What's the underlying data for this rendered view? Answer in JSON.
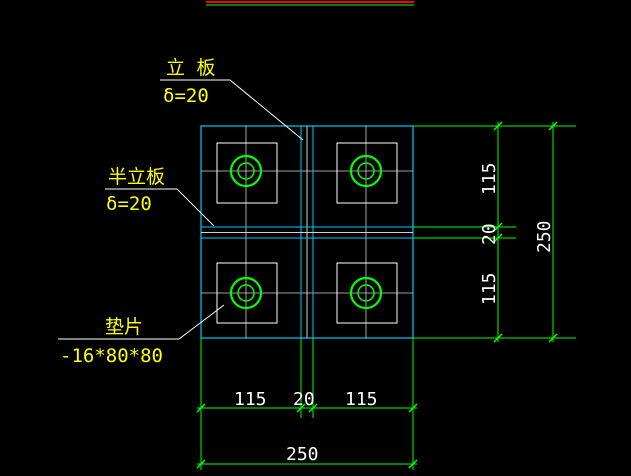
{
  "labels": {
    "vertical_plate": {
      "name": "立 板",
      "thickness": "δ=20"
    },
    "half_plate": {
      "name": "半立板",
      "thickness": "δ=20"
    },
    "washer": {
      "name": "垫片",
      "spec": "-16*80*80"
    }
  },
  "dimensions": {
    "bottom": {
      "left": "115",
      "mid": "20",
      "right": "115",
      "total": "250"
    },
    "right": {
      "top": "115",
      "mid": "20",
      "bottom": "115",
      "total": "250"
    }
  },
  "colors": {
    "background": "#000000",
    "plate_outline": "#00c8ff",
    "dimension": "#00ff00",
    "text_yellow": "#ffff00",
    "text_white": "#ffffff",
    "leader": "#ffffff",
    "bolt": "#00ff00",
    "top_bar": "#ff0000"
  }
}
